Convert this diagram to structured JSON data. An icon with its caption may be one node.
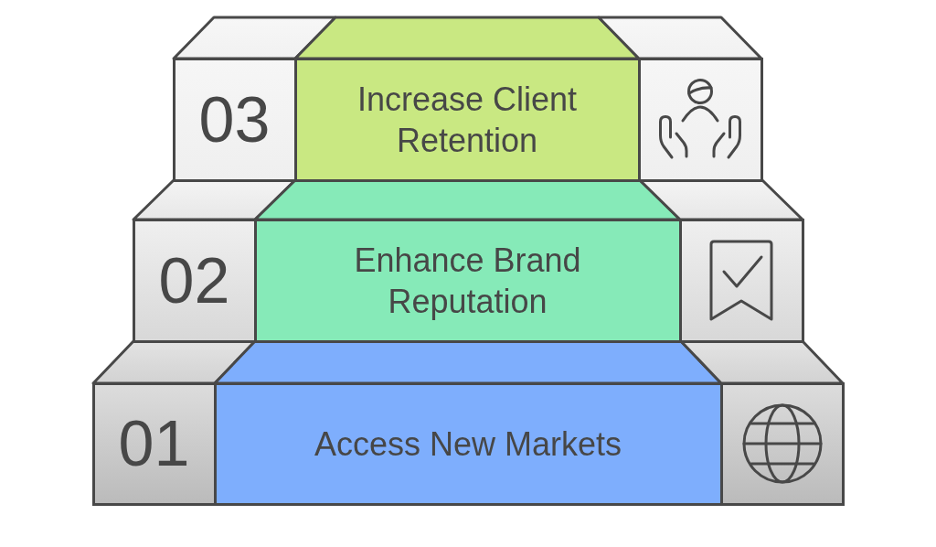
{
  "diagram": {
    "nodes": [
      {
        "text": [
          "03"
        ]
      },
      {
        "text": [
          "Increase Client Retention"
        ]
      },
      {
        "text": [],
        "shape": "box"
      },
      {
        "text": [
          "02"
        ]
      },
      {
        "text": [
          "Enhance Brand Reputation"
        ]
      },
      {
        "text": [],
        "shape": "box"
      },
      {
        "text": [
          "01"
        ]
      },
      {
        "text": [
          "Access New Markets"
        ]
      },
      {
        "text": [],
        "shape": "box"
      }
    ]
  }
}
